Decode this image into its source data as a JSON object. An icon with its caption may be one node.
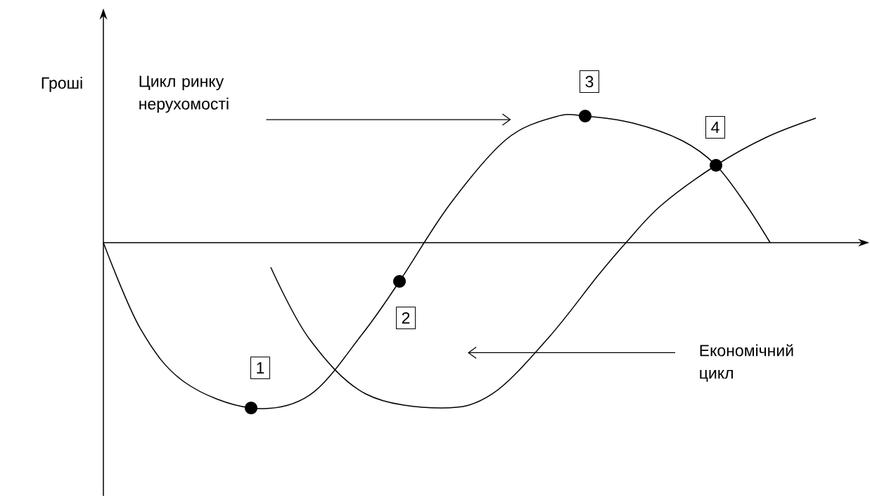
{
  "diagram": {
    "nodes": [
      {
        "text": [
          "Цикл ринку нерухомості"
        ]
      },
      {
        "text": [
          "3"
        ]
      },
      {
        "text": [
          "4"
        ]
      },
      {
        "text": [
          "2"
        ]
      },
      {
        "text": [
          "Економічний цикл"
        ]
      },
      {
        "text": [
          "1"
        ]
      }
    ],
    "edges": [
      {
        "from": 0,
        "to": null,
        "arrow": "to"
      },
      {
        "from": 4,
        "to": null,
        "arrow": "to"
      }
    ],
    "labels": [
      "Гроші"
    ]
  }
}
